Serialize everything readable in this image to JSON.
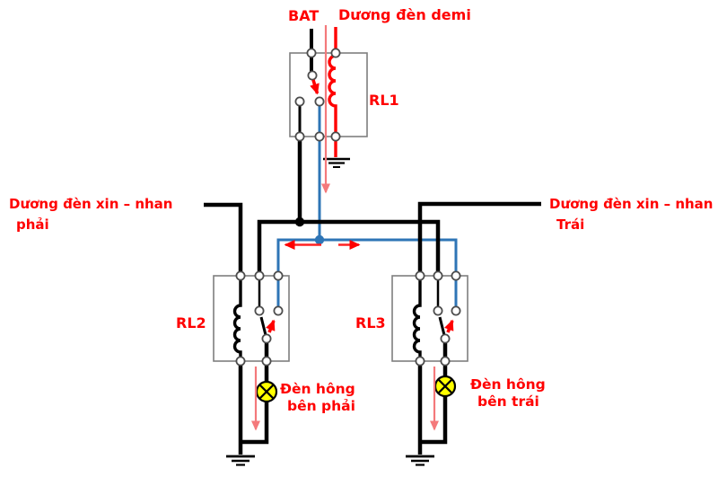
{
  "diagram": {
    "top": {
      "bat": "BAT",
      "demi": "Dương đèn demi"
    },
    "relays": {
      "rl1": "RL1",
      "rl2": "RL2",
      "rl3": "RL3"
    },
    "feeds": {
      "left": {
        "line1": "Dương đèn xin – nhan",
        "line2": "phải"
      },
      "right": {
        "line1": "Dương đèn xin – nhan",
        "line2": "Trái"
      }
    },
    "lamps": {
      "right": {
        "line1": "Đèn hông",
        "line2": "bên phải"
      },
      "left": {
        "line1": "Đèn hông",
        "line2": "bên trái"
      }
    },
    "colors": {
      "label_red": "#FF0000",
      "wire_black": "#000000",
      "wire_blue": "#2E75B6",
      "wire_red": "#FF0000",
      "flow_arrow_pink": "#F4797B",
      "box_outline": "#7F7F7F",
      "terminal_stroke": "#4D4D4D",
      "lamp_fill": "#FFFF00",
      "background": "#FFFFFF"
    }
  }
}
